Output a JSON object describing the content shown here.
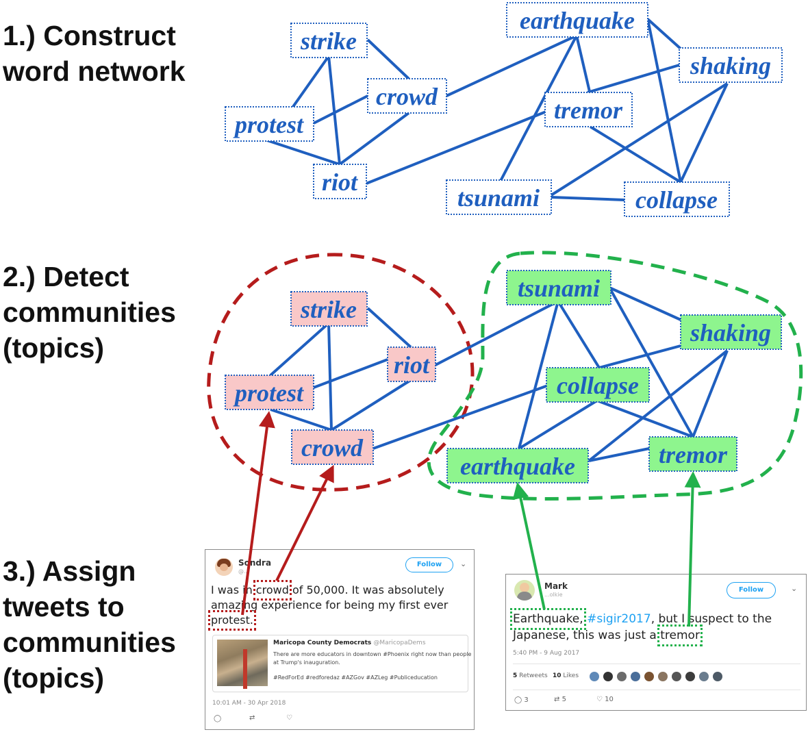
{
  "steps": [
    {
      "label": "1.) Construct\nword network"
    },
    {
      "label": "2.) Detect\ncommunities\n(topics)"
    },
    {
      "label": "3.) Assign\ntweets to\ncommunities\n(topics)"
    }
  ],
  "network": {
    "nodes": [
      "strike",
      "crowd",
      "protest",
      "riot",
      "earthquake",
      "shaking",
      "tremor",
      "tsunami",
      "collapse"
    ]
  },
  "communities": {
    "red_nodes": [
      "strike",
      "riot",
      "protest",
      "crowd"
    ],
    "green_nodes": [
      "tsunami",
      "shaking",
      "collapse",
      "earthquake",
      "tremor"
    ]
  },
  "colors": {
    "edge": "#1f5fbf",
    "node_text": "#1f5fbf",
    "red_community": "#b51c1c",
    "red_fill": "#f9c8c8",
    "green_community": "#22b14c",
    "green_fill": "#8ef58e"
  },
  "tweet1": {
    "user_name": "Sondra",
    "handle": "@...",
    "follow_label": "Follow",
    "text_pre": "I was in ",
    "highlight1": "crowd",
    "text_mid": " of 50,000. It was absolutely amazing experience for being my first ever ",
    "highlight2": "protest.",
    "quote_name": "Maricopa County Democrats",
    "quote_handle": "@MaricopaDems",
    "quote_text": "There are more educators in downtown #Phoenix right now than people at Trump's inauguration.",
    "quote_tags": "#RedForEd #redforedaz #AZGov #AZLeg #Publiceducation",
    "timestamp": "10:01 AM - 30 Apr 2018"
  },
  "tweet2": {
    "user_name": "Mark",
    "handle": "...olkie",
    "follow_label": "Follow",
    "highlight1": "Earthquake,",
    "hashtag": "#sigir2017",
    "text_mid": ", but I suspect to the Japanese, this was just a ",
    "highlight2": "tremor",
    "timestamp": "5:40 PM - 9 Aug 2017",
    "retweets_count": "5",
    "retweets_label": "Retweets",
    "likes_count": "10",
    "likes_label": "Likes",
    "reply_count": "3",
    "retweet_action_count": "5",
    "like_action_count": "10"
  }
}
